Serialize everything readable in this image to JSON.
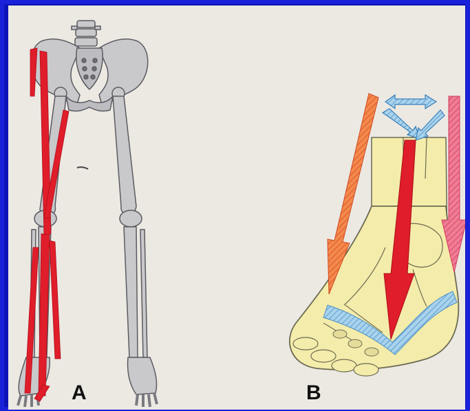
{
  "figure": {
    "panel_a_label": "A",
    "panel_b_label": "B"
  },
  "colors": {
    "frame_blue": "#0d14b8",
    "paper": "#ece9e3",
    "bone_gray": "#c9c9cc",
    "bone_outline": "#5a5a60",
    "force_red": "#e01d2a",
    "force_orange": "#f06a34",
    "force_pink": "#e8577a",
    "arch_blue": "#7fb8dc",
    "foot_yellow": "#f4ecaa"
  },
  "icons": {
    "panel_a": "skeleton-lower-limbs-with-muscle-force-lines",
    "panel_b": "foot-with-force-arrows"
  }
}
